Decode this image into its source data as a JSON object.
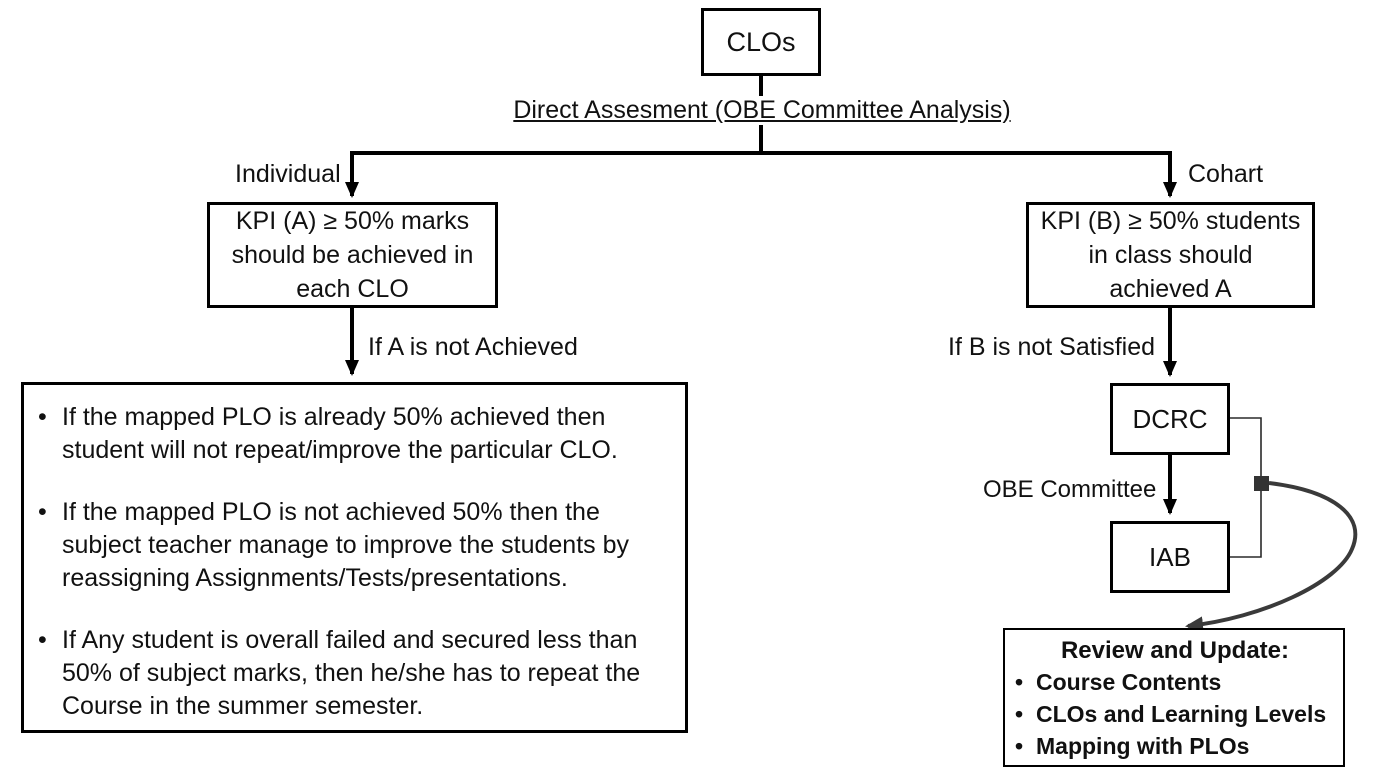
{
  "diagram": {
    "root_label": "CLOs",
    "title": "Direct Assesment (OBE Committee Analysis)",
    "left_branch": {
      "branch_label": "Individual",
      "kpi_lines": [
        "KPI (A) ≥ 50% marks",
        "should be achieved in",
        "each CLO"
      ],
      "condition_label": "If A is not Achieved",
      "outcome_bullets": [
        "If the mapped PLO is already 50% achieved then student  will not repeat/improve the particular CLO.",
        "If the mapped PLO is not achieved 50% then the subject  teacher manage to improve the students by reassigning  Assignments/Tests/presentations.",
        "If Any student is overall failed and secured less than 50% of subject marks, then he/she has to repeat the Course in the summer semester."
      ]
    },
    "right_branch": {
      "branch_label": "Cohart",
      "kpi_lines": [
        "KPI (B) ≥ 50% students",
        "in class should",
        "achieved A"
      ],
      "condition_label": "If B is not Satisfied",
      "dcrc_label": "DCRC",
      "obe_committee_label": "OBE Committee",
      "iab_label": "IAB",
      "review_box": {
        "heading": "Review and Update:",
        "bullets": [
          "Course Contents",
          "CLOs and Learning Levels",
          "Mapping with PLOs"
        ]
      }
    },
    "colors": {
      "line": "#000000",
      "feedback_curve": "#3a3a3a",
      "background": "#ffffff"
    }
  }
}
